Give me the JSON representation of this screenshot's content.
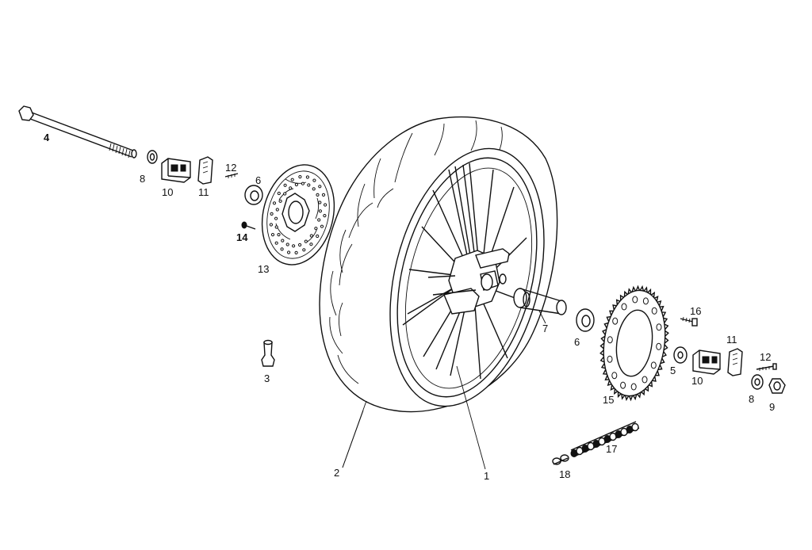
{
  "callouts": {
    "c1": "1",
    "c2": "2",
    "c3": "3",
    "c4": "4",
    "c5": "5",
    "c6a": "6",
    "c6b": "6",
    "c7": "7",
    "c8a": "8",
    "c8b": "8",
    "c9": "9",
    "c10a": "10",
    "c10b": "10",
    "c11a": "11",
    "c11b": "11",
    "c12a": "12",
    "c12b": "12",
    "c13": "13",
    "c14": "14",
    "c15": "15",
    "c16": "16",
    "c17": "17",
    "c18": "18"
  },
  "colors": {
    "line": "#111111",
    "background": "#ffffff"
  }
}
